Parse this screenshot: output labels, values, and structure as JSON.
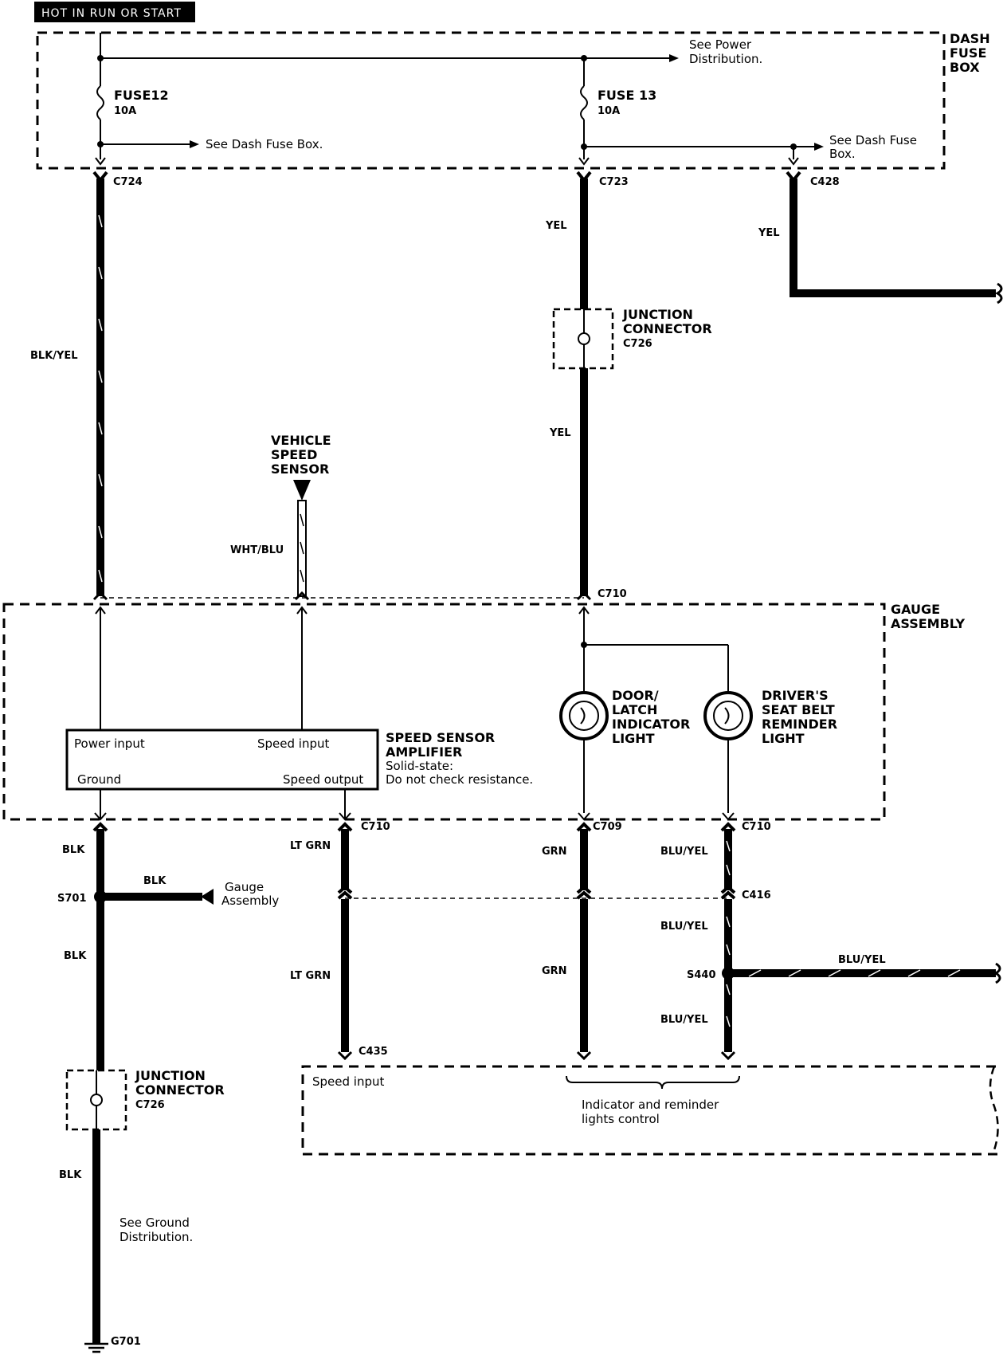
{
  "header": {
    "label": "HOT IN RUN OR START"
  },
  "dash_fuse_box": {
    "name_lines": [
      "DASH",
      "FUSE",
      "BOX"
    ],
    "fuse12": {
      "name": "FUSE12",
      "rating": "10A"
    },
    "fuse13": {
      "name": "FUSE 13",
      "rating": "10A"
    },
    "see_power": [
      "See Power",
      "Distribution."
    ],
    "see_dash_1": "See Dash Fuse Box.",
    "see_dash_2": [
      "See Dash Fuse",
      "Box."
    ]
  },
  "connectors": {
    "c724": "C724",
    "c723": "C723",
    "c428": "C428",
    "c710_top": "C710",
    "c710_b1": "C710",
    "c709": "C709",
    "c710_b2": "C710",
    "c416": "C416",
    "c435": "C435",
    "s701": "S701",
    "s440": "S440",
    "g701": "G701"
  },
  "wires": {
    "blk_yel": "BLK/YEL",
    "yel_1": "YEL",
    "yel_2": "YEL",
    "yel_3": "YEL",
    "wht_blu": "WHT/BLU",
    "blk_1": "BLK",
    "blk_2": "BLK",
    "blk_3": "BLK",
    "blk_4": "BLK",
    "lt_grn_1": "LT GRN",
    "lt_grn_2": "LT GRN",
    "grn_1": "GRN",
    "grn_2": "GRN",
    "blu_yel_1": "BLU/YEL",
    "blu_yel_2": "BLU/YEL",
    "blu_yel_3": "BLU/YEL",
    "blu_yel_4": "BLU/YEL"
  },
  "junction_top": {
    "lines": [
      "JUNCTION",
      "CONNECTOR"
    ],
    "code": "C726"
  },
  "junction_bottom": {
    "lines": [
      "JUNCTION",
      "CONNECTOR"
    ],
    "code": "C726"
  },
  "vehicle_speed_sensor": [
    "VEHICLE",
    "SPEED",
    "SENSOR"
  ],
  "gauge_assembly": [
    "GAUGE",
    "ASSEMBLY"
  ],
  "amplifier": {
    "power_input": "Power input",
    "speed_input": "Speed input",
    "ground": "Ground",
    "speed_output": "Speed output",
    "title": [
      "SPEED SENSOR",
      "AMPLIFIER"
    ],
    "note": [
      "Solid-state:",
      "Do not check resistance."
    ]
  },
  "door_light": [
    "DOOR/",
    "LATCH",
    "INDICATOR",
    "LIGHT"
  ],
  "seatbelt_light": [
    "DRIVER'S",
    "SEAT BELT",
    "REMINDER",
    "LIGHT"
  ],
  "gauge_assembly_ground": [
    "Gauge",
    "Assembly"
  ],
  "see_ground": [
    "See Ground",
    "Distribution."
  ],
  "control_unit": {
    "speed_input": "Speed input",
    "indicator": [
      "Indicator and reminder",
      "lights control"
    ]
  }
}
